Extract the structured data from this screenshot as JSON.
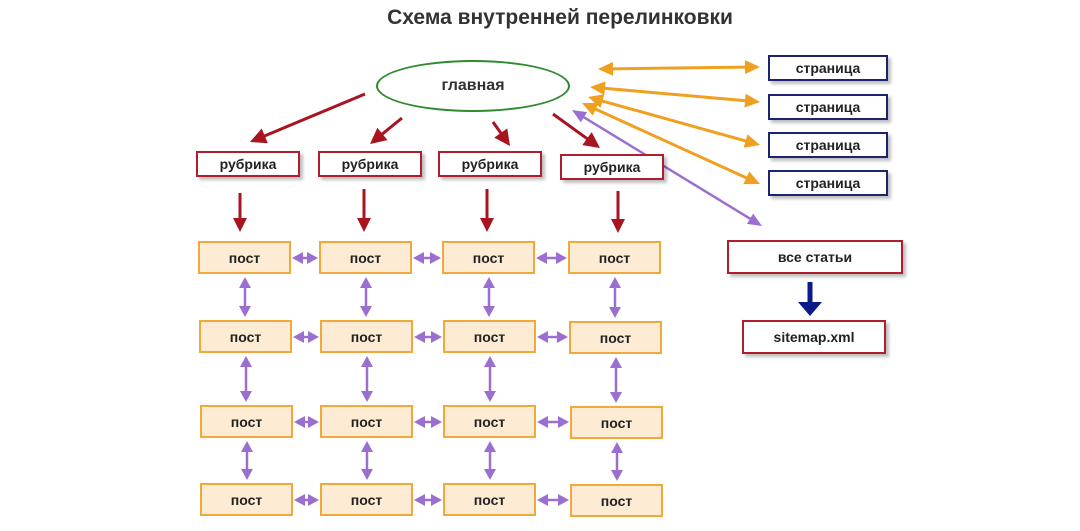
{
  "title": "Схема внутренней перелинковки",
  "home": "главная",
  "rubrics": [
    "рубрика",
    "рубрика",
    "рубрика",
    "рубрика"
  ],
  "pages": [
    "страница",
    "страница",
    "страница",
    "страница"
  ],
  "all_articles": "все статьи",
  "sitemap": "sitemap.xml",
  "posts": [
    [
      "пост",
      "пост",
      "пост",
      "пост"
    ],
    [
      "пост",
      "пост",
      "пост",
      "пост"
    ],
    [
      "пост",
      "пост",
      "пост",
      "пост"
    ],
    [
      "пост",
      "пост",
      "пост",
      "пост"
    ]
  ],
  "colors": {
    "red_arrow": "#a8141f",
    "orange_arrow": "#f0a020",
    "purple_arrow": "#9a6fd0",
    "navy_arrow": "#0a1a8a",
    "home_border": "#2e8b2e"
  }
}
